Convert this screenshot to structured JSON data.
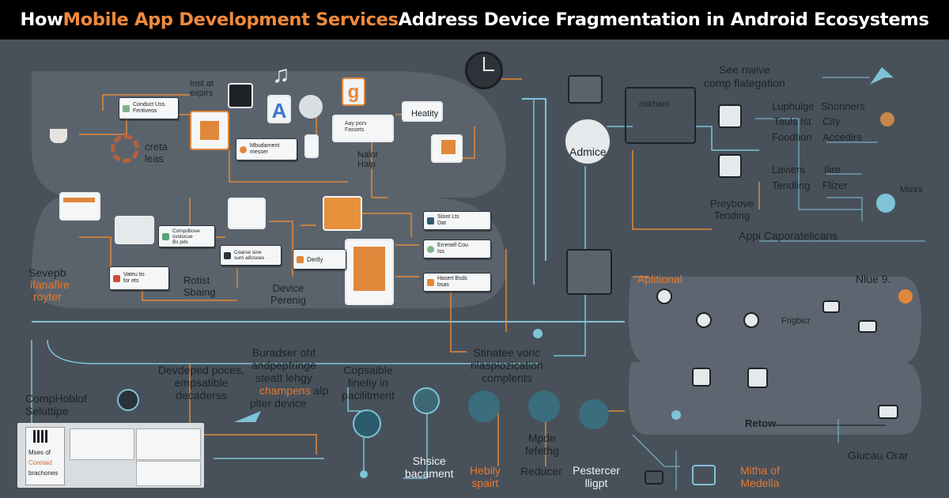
{
  "title": {
    "part1": "How ",
    "highlight": "Mobile App Development Services",
    "part2": " Address Device Fragmentation in Android Ecosystems"
  },
  "colors": {
    "background": "#48515a",
    "title_bar": "#000000",
    "accent_orange": "#f08a3c",
    "wire_teal": "#7fc3d8",
    "wire_orange": "#e1873a",
    "panel": "#5b646d"
  },
  "left": {
    "inst": "Inst at\nexpirs",
    "creta": "creta\nleas",
    "sevepb": "Sevepb",
    "ifanafire": "ifanafire",
    "royter": "royter",
    "compholbiof": "CompHoblof",
    "seluttipe": "Seluttipe",
    "devdeped": "Devdeped poces,\nempsatible\ndecaderss",
    "buradser": "Buradser oht\nandpepfringe\nsteatt lehgy",
    "champens": "champens",
    "alp": " alp",
    "pliter": "plter device",
    "copsaible": "Copsaible\nfinetiy in\npacilitment",
    "rotist": "Rotist\nSbaing",
    "device": "Device\nPerenig",
    "nalor": "Nalor\nHaip",
    "heatity": "Heatity",
    "admice": "Admice",
    "stinatee": "Stinatee voric\nrilaspiozication\ncomplents",
    "shsice": "Shsice\nbacament",
    "hebily": "Hebily\nspairt",
    "reducer": "Reducer",
    "mpde": "Mpde\nfefethg",
    "pestercer": "Pestercer\nlligpt",
    "mitha": "Mitha of\nMedella",
    "glucau": "Glucau Orar",
    "retow": "Retow",
    "aplitional": "Aplitional",
    "nlue": "Nlue 9.",
    "frigbicr": "Frigbicr",
    "see_nwive": "See nwive\ncomp flategation",
    "luphulge": "Luphulge",
    "shonners": "Shonners",
    "tauls": "Tauls Ist",
    "city": "City",
    "foodtion": "Foodtion",
    "accedirs": "Accedirs",
    "laviers": "Laviers",
    "ilire": "Ilire",
    "tendling": "Tendling",
    "flizer": "Flizer",
    "mizirs": "Mizirs",
    "preybove": "Preybove\nTending",
    "appi": "Appi Caporatelicans",
    "mikham": "mikham"
  },
  "cards": {
    "c1": "Conduct Uss.\nFentiveos",
    "c2": "Mbudarnent\nmesser",
    "c3": "Aay porv\nFassets",
    "c4": "Compdtiove\nsvstucue\nBs pds",
    "c5": "Coarse sine\nsum aifosoes",
    "c6": "Derlly",
    "c7": "Vateu tis\nfor ets",
    "c8": "Stont Lts\nDat",
    "c9": "Errenell Cou\nIss",
    "c10": "Hasert Bsdc\nbsas"
  },
  "bottom_doc": {
    "line1": "Mses of",
    "line2": "Corelaid",
    "line3": "brachones"
  },
  "icons": [
    "clock-icon",
    "music-note-icon",
    "letter-a-icon",
    "letter-g-icon",
    "chart-icon",
    "tablet-icon",
    "monitor-icon",
    "gear-icon",
    "pen-icon",
    "bird-icon"
  ]
}
